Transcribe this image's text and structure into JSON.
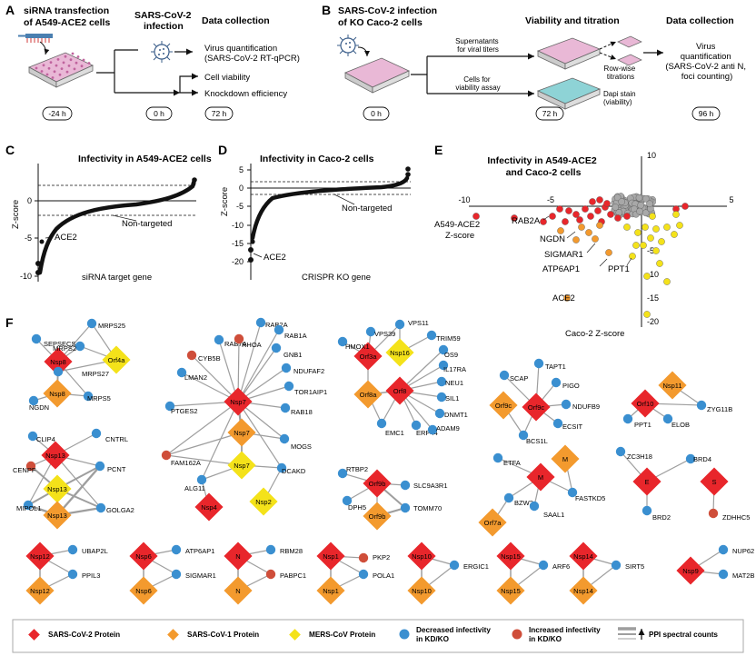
{
  "panels": {
    "A": "A",
    "B": "B",
    "C": "C",
    "D": "D",
    "E": "E",
    "F": "F"
  },
  "panelA": {
    "title": "siRNA transfection\nof A549-ACE2 cells",
    "infection": "SARS-CoV-2\ninfection",
    "data_collection": "Data collection",
    "outcomes": [
      "Virus quantification\n(SARS-CoV-2 RT-qPCR)",
      "Cell viability",
      "Knockdown efficiency"
    ],
    "timepoints": [
      "-24 h",
      "0 h",
      "72 h"
    ]
  },
  "panelB": {
    "title": "SARS-CoV-2 infection\nof KO Caco-2 cells",
    "viability": "Viability and titration",
    "data_collection": "Data collection",
    "supernatants": "Supernatants\nfor viral titers",
    "cells": "Cells for\nviability assay",
    "rowwise": "Row-wise\ntitrations",
    "dapi": "Dapi stain\n(viability)",
    "virus_quant": "Virus\nquantification\n(SARS-CoV-2 anti N,\nfoci counting)",
    "timepoints": [
      "0 h",
      "72 h",
      "96 h"
    ]
  },
  "panelC": {
    "title": "Infectivity in A549-ACE2 cells",
    "ylabel": "Z-score",
    "xlabel": "siRNA target gene",
    "non_targeted": "Non-targeted",
    "highlight": "ACE2",
    "yticks": [
      "0",
      "-5",
      "-10"
    ]
  },
  "panelD": {
    "title": "Infectivity in Caco-2 cells",
    "ylabel": "Z-score",
    "xlabel": "CRISPR KO gene",
    "non_targeted": "Non-targeted",
    "highlight": "ACE2",
    "yticks": [
      "5",
      "0",
      "-5",
      "-10",
      "-15",
      "-20"
    ]
  },
  "panelE": {
    "title": "Infectivity in A549-ACE2\nand Caco-2 cells",
    "xlabel": "A549-ACE2\nZ-score",
    "ylabel": "Caco-2 Z-score",
    "xticks": [
      "-10",
      "-5",
      "5"
    ],
    "yticks": [
      "10",
      "-5",
      "-10",
      "-15",
      "-20"
    ],
    "labels": [
      "RAB2A",
      "NGDN",
      "SIGMAR1",
      "ATP6AP1",
      "PPT1",
      "ACE2"
    ]
  },
  "legend": {
    "sars2": "SARS-CoV-2 Protein",
    "sars1": "SARS-CoV-1 Protein",
    "mers": "MERS-CoV Protein",
    "decreased": "Decreased infectivity\nin KD/KO",
    "increased": "Increased infectivity\nin KD/KO",
    "ppi": "PPI spectral counts"
  },
  "colors": {
    "sars2": "#e8262b",
    "sars1": "#f39a2e",
    "mers": "#f4e21a",
    "decreased": "#3a8fd0",
    "increased": "#cf4e3a",
    "edge": "#9e9e9e",
    "gray": "#a8a8a8"
  },
  "networks": {
    "nsp8": {
      "baits": [
        "Nsp8",
        "Nsp8",
        "Orf4a"
      ],
      "preys": [
        "SEPSECS",
        "MRPS25",
        "MRPS2",
        "MRPS27",
        "MRPS5",
        "NGDN"
      ]
    },
    "nsp7": {
      "baits": [
        "Nsp7",
        "Nsp7",
        "Nsp7",
        "Nsp4",
        "Nsp2"
      ],
      "preys": [
        "CYB5B",
        "RAB7A",
        "RHOA",
        "RAB2A",
        "RAB1A",
        "GNB1",
        "NDUFAF2",
        "TOR1AIP1",
        "RAB18",
        "LMAN2",
        "PTGES2",
        "MOGS",
        "FAM162A",
        "DCAKD",
        "ALG11"
      ]
    },
    "orf3a": {
      "baits": [
        "Orf3a",
        "Nsp16",
        "Orf8a",
        "Orf8"
      ],
      "preys": [
        "VPS39",
        "VPS11",
        "TRIM59",
        "HMOX1",
        "OS9",
        "IL17RA",
        "NEU1",
        "SIL1",
        "DNMT1",
        "EMC1",
        "ERP44",
        "ADAM9"
      ]
    },
    "orf9c": {
      "baits": [
        "Orf9c",
        "Orf9c"
      ],
      "preys": [
        "SCAP",
        "TAPT1",
        "PIGO",
        "NDUFB9",
        "ECSIT",
        "BCS1L"
      ]
    },
    "orf10": {
      "baits": [
        "Orf10",
        "Nsp11"
      ],
      "preys": [
        "PPT1",
        "ELOB",
        "ZYG11B"
      ]
    },
    "nsp13": {
      "baits": [
        "Nsp13",
        "Nsp13",
        "Nsp13"
      ],
      "preys": [
        "CLIP4",
        "CNTRL",
        "CENPF",
        "PCNT",
        "MIPOL1",
        "GOLGA2"
      ]
    },
    "orf9b": {
      "baits": [
        "Orf9b",
        "Orf9b"
      ],
      "preys": [
        "RTBP2",
        "SLC9A3R1",
        "DPH5",
        "TOMM70"
      ]
    },
    "m": {
      "baits": [
        "M",
        "M",
        "Orf7a"
      ],
      "preys": [
        "ETFA",
        "BZW2",
        "FASTKD5",
        "SAAL1"
      ]
    },
    "e": {
      "baits": [
        "E"
      ],
      "preys": [
        "ZC3H18",
        "BRD4",
        "BRD2"
      ]
    },
    "s": {
      "baits": [
        "S"
      ],
      "preys": [
        "ZDHHC5"
      ]
    },
    "pairs": [
      {
        "baits": [
          "Nsp12",
          "Nsp12"
        ],
        "preys": [
          "UBAP2L",
          "PPIL3"
        ]
      },
      {
        "baits": [
          "Nsp6",
          "Nsp6"
        ],
        "preys": [
          "ATP6AP1",
          "SIGMAR1"
        ]
      },
      {
        "baits": [
          "N",
          "N"
        ],
        "preys": [
          "RBM28",
          "PABPC1"
        ]
      },
      {
        "baits": [
          "Nsp1",
          "Nsp1"
        ],
        "preys": [
          "PKP2",
          "POLA1"
        ]
      },
      {
        "baits": [
          "Nsp10",
          "Nsp10"
        ],
        "preys": [
          "ERGIC1"
        ]
      },
      {
        "baits": [
          "Nsp15",
          "Nsp15"
        ],
        "preys": [
          "ARF6"
        ]
      },
      {
        "baits": [
          "Nsp14",
          "Nsp14"
        ],
        "preys": [
          "SIRT5"
        ]
      },
      {
        "baits": [
          "Nsp9"
        ],
        "preys": [
          "NUP62",
          "MAT2B"
        ]
      }
    ]
  }
}
